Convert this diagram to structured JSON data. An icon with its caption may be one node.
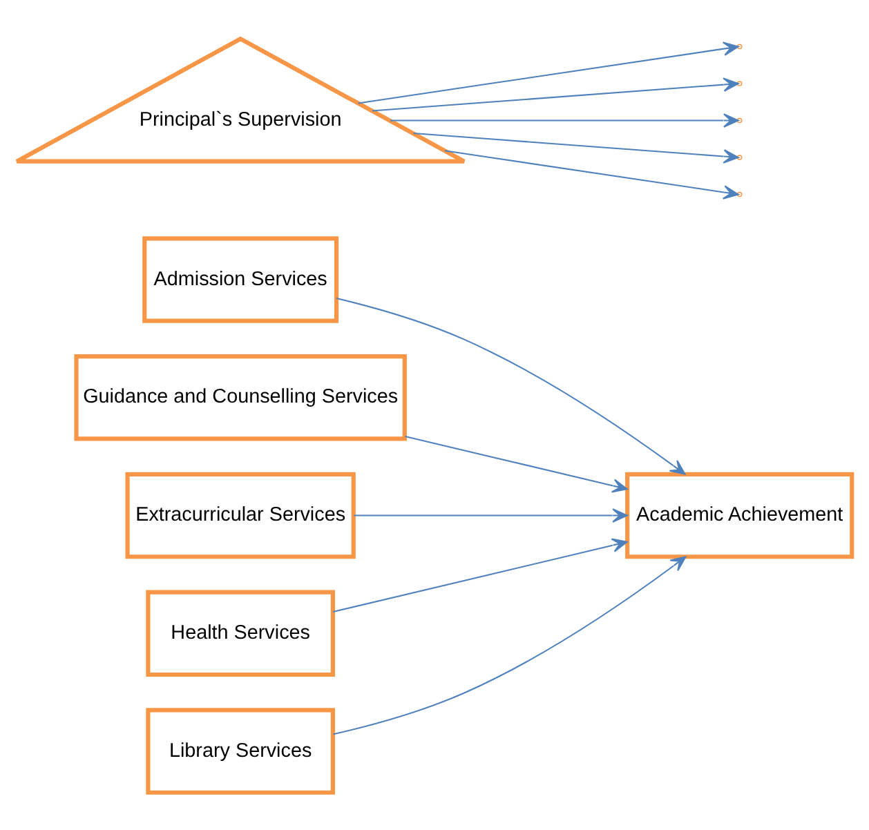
{
  "diagram": {
    "nodes": [
      {
        "text": [
          "Admission Services"
        ]
      },
      {
        "text": [
          "Guidance and Counselling Services"
        ]
      },
      {
        "text": [
          "Extracurricular Services"
        ]
      },
      {
        "text": [
          "Health Services"
        ]
      },
      {
        "text": [
          "Library Services"
        ]
      },
      {
        "text": [
          "Academic Achievement"
        ]
      },
      {
        "text": [
          "Principal`s Supervision"
        ]
      }
    ],
    "edges": [
      {
        "from": 0,
        "to": 5,
        "arrow": "to"
      },
      {
        "from": 1,
        "to": 5,
        "arrow": "to"
      },
      {
        "from": 2,
        "to": 5,
        "arrow": "to"
      },
      {
        "from": 3,
        "to": 5,
        "arrow": "to"
      },
      {
        "from": 4,
        "to": 5,
        "arrow": "to"
      },
      {
        "from": 6,
        "to": null,
        "arrow": "to"
      },
      {
        "from": 6,
        "to": null,
        "arrow": "to"
      },
      {
        "from": 6,
        "to": null,
        "arrow": "to"
      },
      {
        "from": 6,
        "to": null,
        "arrow": "to"
      },
      {
        "from": 6,
        "to": null,
        "arrow": "to"
      }
    ]
  }
}
